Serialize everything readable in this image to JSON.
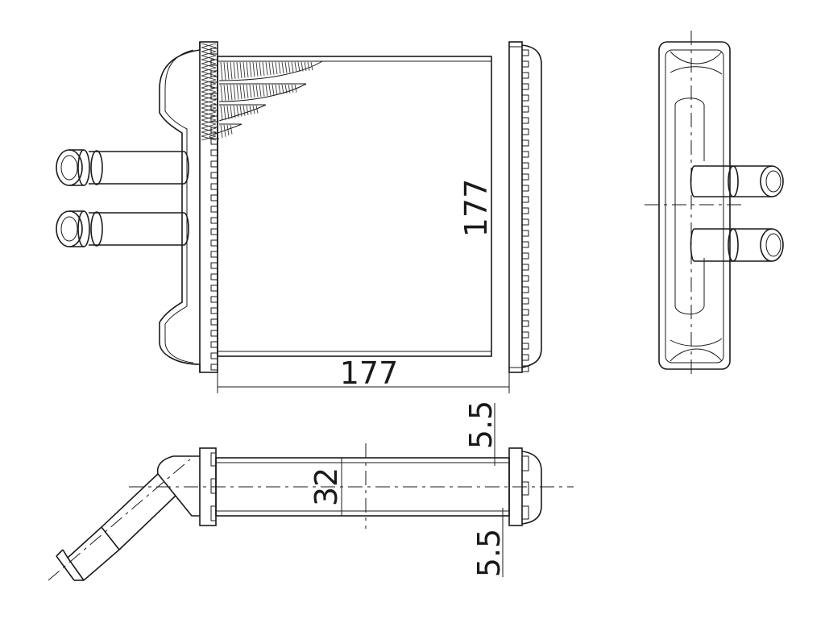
{
  "dimensions": {
    "front_width": "177",
    "front_height": "177",
    "depth": "32",
    "offset_top": "5.5",
    "offset_bottom": "5.5"
  }
}
